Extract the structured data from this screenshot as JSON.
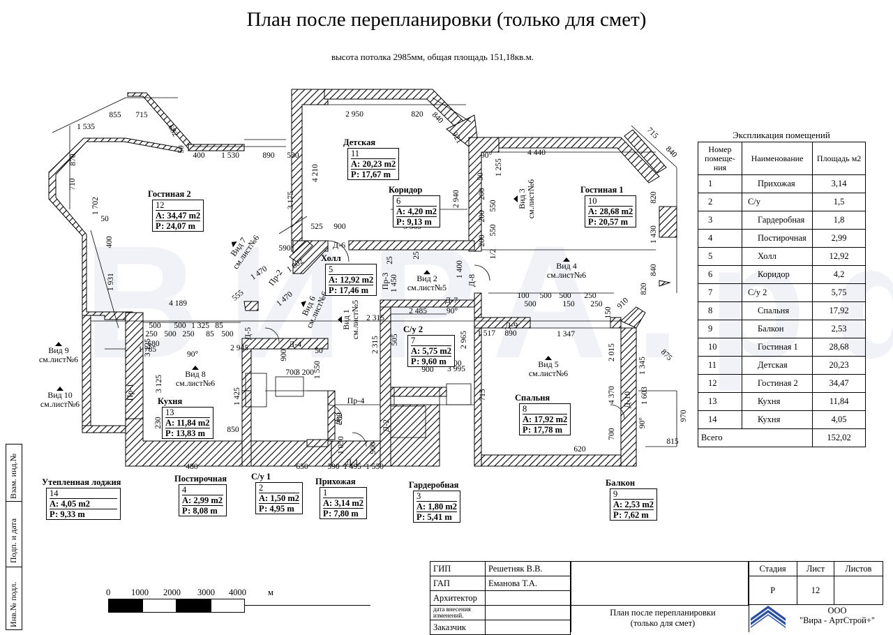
{
  "title": "План после перепланировки (только для смет)",
  "subtitle": "высота потолка 2985мм, общая площадь  151,18кв.м.",
  "rooms": [
    {
      "name": "Гостиная 2",
      "num": "12",
      "area": "А: 34,47 m2",
      "perim": "Р: 24,07 m"
    },
    {
      "name": "Детская",
      "num": "11",
      "area": "А: 20,23 m2",
      "perim": "Р: 17,67 m"
    },
    {
      "name": "Коридор",
      "num": "6",
      "area": "А: 4,20 m2",
      "perim": "Р: 9,13 m"
    },
    {
      "name": "Гостиная 1",
      "num": "10",
      "area": "А: 28,68 m2",
      "perim": "Р: 20,57 m"
    },
    {
      "name": "Холл",
      "num": "5",
      "area": "А: 12,92 m2",
      "perim": "Р: 17,46 m"
    },
    {
      "name": "С/у 2",
      "num": "7",
      "area": "А: 5,75 m2",
      "perim": "Р: 9,60 m"
    },
    {
      "name": "Кухня",
      "num": "13",
      "area": "А: 11,84 m2",
      "perim": "Р: 13,83 m"
    },
    {
      "name": "Спальня",
      "num": "8",
      "area": "А: 17,92 m2",
      "perim": "Р: 17,78 m"
    },
    {
      "name": "Утепленная лоджия",
      "num": "14",
      "area": "А: 4,05 m2",
      "perim": "Р: 9,33 m"
    },
    {
      "name": "Постирочная",
      "num": "4",
      "area": "А: 2,99 m2",
      "perim": "Р: 8,08 m"
    },
    {
      "name": "С/у 1",
      "num": "2",
      "area": "А: 1,50 m2",
      "perim": "Р: 4,95 m"
    },
    {
      "name": "Прихожая",
      "num": "1",
      "area": "А: 3,14 m2",
      "perim": "Р: 7,80 m"
    },
    {
      "name": "Гардеробная",
      "num": "3",
      "area": "А: 1,80 m2",
      "perim": "Р: 5,41 m"
    },
    {
      "name": "Балкон",
      "num": "9",
      "area": "А: 2,53 m2",
      "perim": "Р: 7,62 m"
    }
  ],
  "views": [
    {
      "label": "Вид 1",
      "sub": "см.лист№5"
    },
    {
      "label": "Вид 2",
      "sub": "см.лист№5"
    },
    {
      "label": "Вид 3",
      "sub": "см.лист№6"
    },
    {
      "label": "Вид 4",
      "sub": "см.лист№6"
    },
    {
      "label": "Вид 5",
      "sub": "см.лист№6"
    },
    {
      "label": "Вид 6",
      "sub": "см.лист№6"
    },
    {
      "label": "Вид 7",
      "sub": "см.лист№6"
    },
    {
      "label": "Вид 8",
      "sub": "см.лист№6"
    },
    {
      "label": "Вид 9",
      "sub": "см.лист№6"
    },
    {
      "label": "Вид 10",
      "sub": "см.лист№6"
    }
  ],
  "doors": [
    "Д-1",
    "Д-2",
    "Д-3",
    "Д-4",
    "Д-5",
    "Д-6",
    "Д-7",
    "Д-8",
    "Д-9",
    "Д-10",
    "Пр-1",
    "Пр-2",
    "Пр-3",
    "Пр-4"
  ],
  "dimensions": [
    "855",
    "715",
    "1 535",
    "870",
    "710",
    "1 702",
    "50",
    "400",
    "1 931",
    "4 189",
    "682",
    "50",
    "400",
    "1 530",
    "890",
    "530",
    "3 175",
    "590",
    "1 470",
    "555",
    "1 470",
    "2 950",
    "820",
    "840",
    "921",
    "4 210",
    "2 940",
    "525",
    "900",
    "3 565",
    "1 002",
    "1 450",
    "1 400",
    "25",
    "25",
    "4 440",
    "715",
    "840",
    "90°",
    "1 255",
    "50",
    "200",
    "200",
    "550",
    "550",
    "1/2",
    "200",
    "820",
    "1 430",
    "840",
    "820",
    "910",
    "100",
    "500",
    "500",
    "500",
    "150",
    "250",
    "250",
    "150",
    "500",
    "250",
    "500",
    "500",
    "250",
    "1 325",
    "85",
    "85",
    "500",
    "3 125",
    "1 785",
    "2 945",
    "680",
    "90°",
    "3 125",
    "1 425",
    "230",
    "850",
    "480",
    "650",
    "590",
    "1 495",
    "1 550",
    "900",
    "50",
    "3 200",
    "1 550",
    "700",
    "2 315",
    "2 315",
    "2 485",
    "90°",
    "505",
    "2 965",
    "900",
    "3 995",
    "1 517",
    "1 347",
    "890",
    "715",
    "2 015",
    "875",
    "1 345",
    "1 603",
    "970",
    "4 370",
    "90°",
    "700",
    "815",
    "620",
    "700",
    "280",
    "1 050",
    "900"
  ],
  "explication": {
    "title": "Экспликация  помещений",
    "headers": [
      "Номер помеще-ния",
      "Наименование",
      "Площадь м2"
    ],
    "rows": [
      [
        "1",
        "Прихожая",
        "3,14"
      ],
      [
        "2",
        "С/у",
        "1,5"
      ],
      [
        "3",
        "Гардеробная",
        "1,8"
      ],
      [
        "4",
        "Постирочная",
        "2,99"
      ],
      [
        "5",
        "Холл",
        "12,92"
      ],
      [
        "6",
        "Коридор",
        "4,2"
      ],
      [
        "7",
        "С/у 2",
        "5,75"
      ],
      [
        "8",
        "Спальня",
        "17,92"
      ],
      [
        "9",
        "Балкон",
        "2,53"
      ],
      [
        "10",
        "Гостиная 1",
        "28,68"
      ],
      [
        "11",
        "Детская",
        "20,23"
      ],
      [
        "12",
        "Гостиная 2",
        "34,47"
      ],
      [
        "13",
        "Кухня",
        "11,84"
      ],
      [
        "14",
        "Кухня",
        "4,05"
      ]
    ],
    "total_label": "Всего",
    "total_value": "152,02"
  },
  "stamp_column": [
    "Взам. инд.№",
    "Подп. и дата",
    "Инв.№ подл."
  ],
  "scale": {
    "labels": [
      "0",
      "1000",
      "2000",
      "3000",
      "4000",
      "м"
    ]
  },
  "title_block": {
    "gip_label": "ГИП",
    "gip_name": "Решетняк В.В.",
    "gap_label": "ГАП",
    "gap_name": "Еманова Т.А.",
    "architect_label": "Архитектор",
    "changes_label": "дата внесения изменений.",
    "customer_label": "Заказчик",
    "stage_label": "Стадия",
    "sheet_label": "Лист",
    "sheets_label": "Листов",
    "stage_value": "Р",
    "sheet_value": "12",
    "drawing_title": "План после перепланировки (только для смет)",
    "company_line1": "ООО",
    "company_line2": "\"Вира - АртСтрой+\""
  },
  "watermark": "ВИРА.рф",
  "colors": {
    "wall_hatch": "#000000",
    "accent": "#2b4f9e"
  }
}
